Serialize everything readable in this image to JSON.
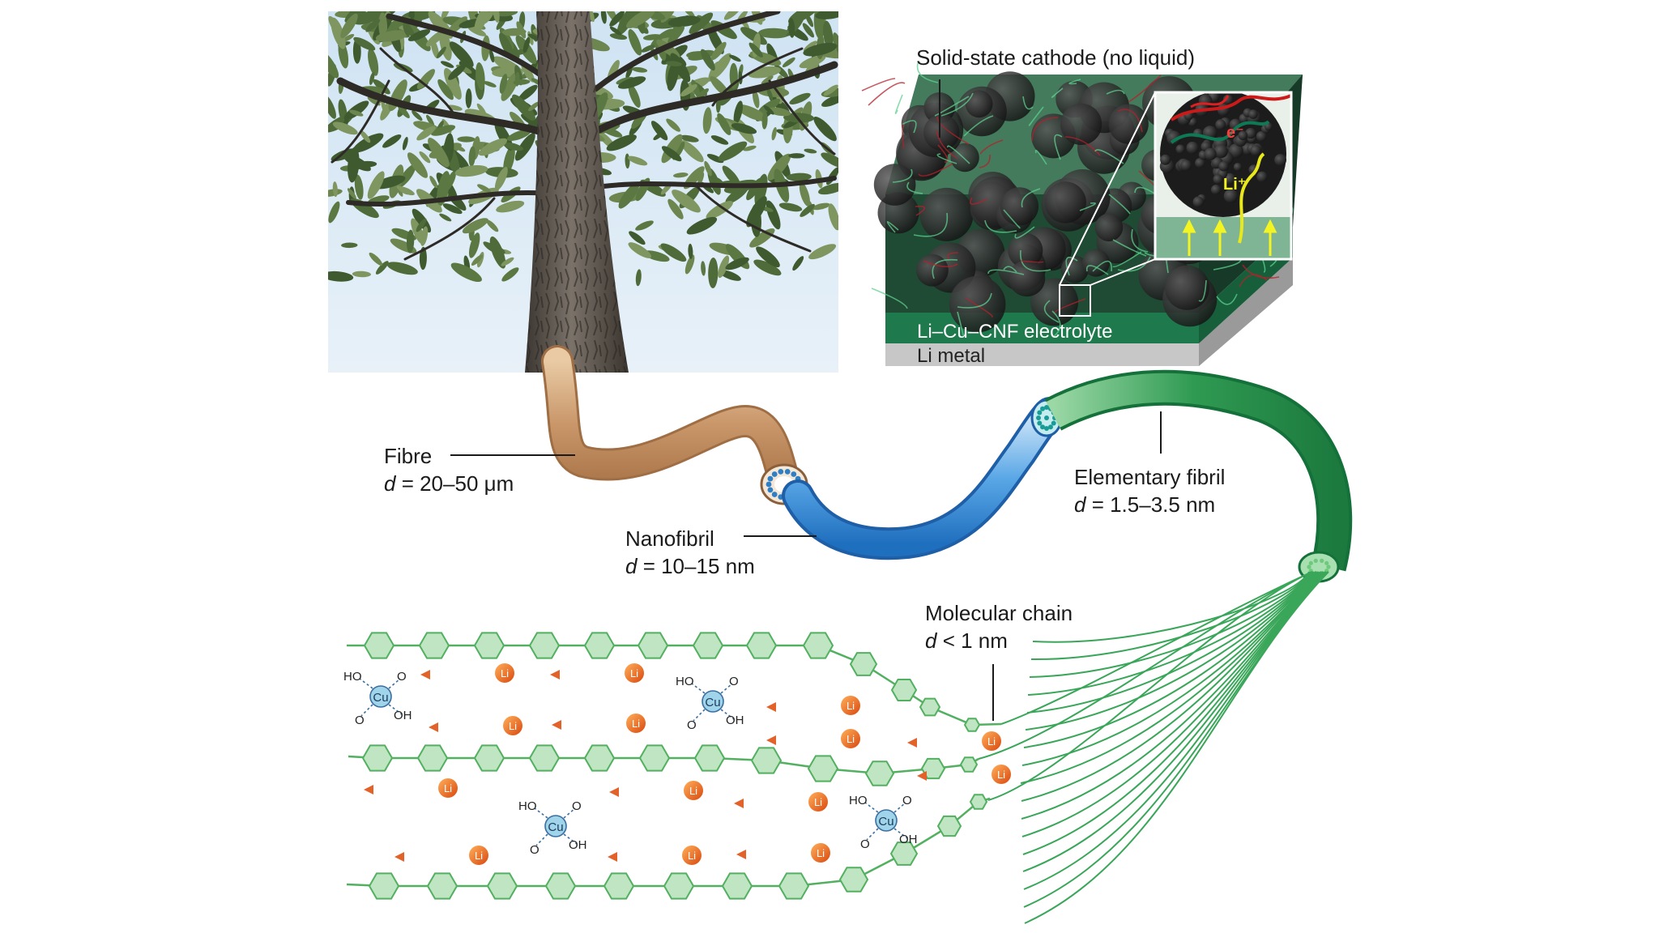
{
  "cathode": {
    "title": "Solid-state cathode (no liquid)",
    "electrolyte_label": "Li–Cu–CNF electrolyte",
    "metal_label": "Li metal",
    "electron_label": "e⁻",
    "ion_label": "Li⁺"
  },
  "hierarchy": {
    "fibre": {
      "name": "Fibre",
      "d_symbol": "d",
      "value": " = 20–50 μm"
    },
    "nanofibril": {
      "name": "Nanofibril",
      "d_symbol": "d",
      "value": " = 10–15 nm"
    },
    "elementary": {
      "name": "Elementary fibril",
      "d_symbol": "d",
      "value": " = 1.5–3.5 nm"
    },
    "molecular": {
      "name": "Molecular chain",
      "d_symbol": "d",
      "value": " < 1 nm"
    }
  },
  "chem": {
    "copper": "Cu",
    "lithium": "Li",
    "hydroxyl": "HO",
    "hydroxyl_right": "OH",
    "oxygen": "O"
  },
  "colors": {
    "cellulose_green": "#52b060",
    "hexagon_fill": "#bfe5c2",
    "lithium_orange": "#e86a1f",
    "copper_blue": "#9fd4ea",
    "fibre_tan": "#d2a877",
    "nanofibril_blue": "#4d9fe0",
    "elementary_green": "#3aa659",
    "electrolyte_green": "#1e7a4c"
  }
}
